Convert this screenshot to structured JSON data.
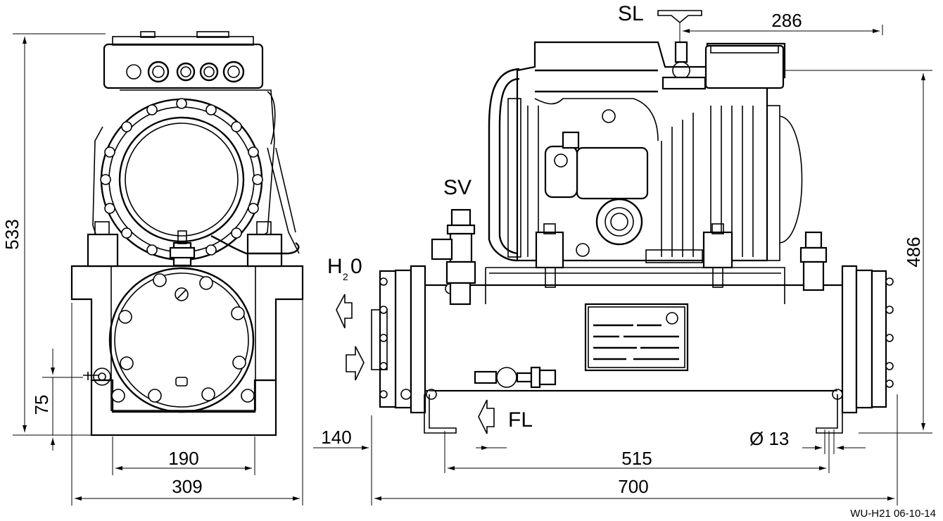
{
  "labels": {
    "sl": "SL",
    "sv": "SV",
    "h2o_h": "H",
    "h2o_sub": "2",
    "h2o_o": "0",
    "fl": "FL",
    "hole": "Ø 13"
  },
  "dimensions": {
    "d286": "286",
    "d533": "533",
    "d486": "486",
    "d75": "75",
    "d190": "190",
    "d309": "309",
    "d140": "140",
    "d515": "515",
    "d700": "700"
  },
  "reference": "WU-H21  06-10-14"
}
